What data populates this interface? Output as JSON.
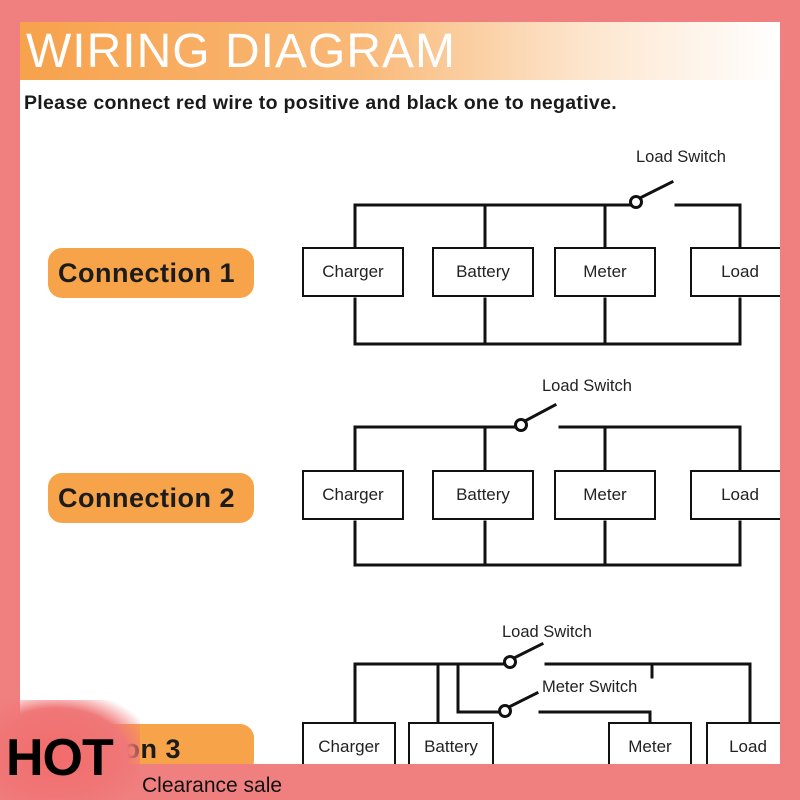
{
  "header": {
    "title": "WIRING DIAGRAM",
    "subtitle": "Please connect red wire to positive and black one to negative."
  },
  "connections": [
    {
      "label": "Connection 1",
      "components": [
        "Charger",
        "Battery",
        "Meter",
        "Load"
      ],
      "switch_label": "Load Switch"
    },
    {
      "label": "Connection 2",
      "components": [
        "Charger",
        "Battery",
        "Meter",
        "Load"
      ],
      "switch_label": "Load Switch"
    },
    {
      "label": "nection 3",
      "components": [
        "Charger",
        "Battery",
        "Meter",
        "Load"
      ],
      "switch_label": "Load Switch",
      "meter_switch_label": "Meter Switch"
    }
  ],
  "banner": {
    "hot": "HOT",
    "sale": "Clearance sale"
  },
  "colors": {
    "background": "#f08080",
    "accent": "#f7a349",
    "wire": "#111111"
  }
}
